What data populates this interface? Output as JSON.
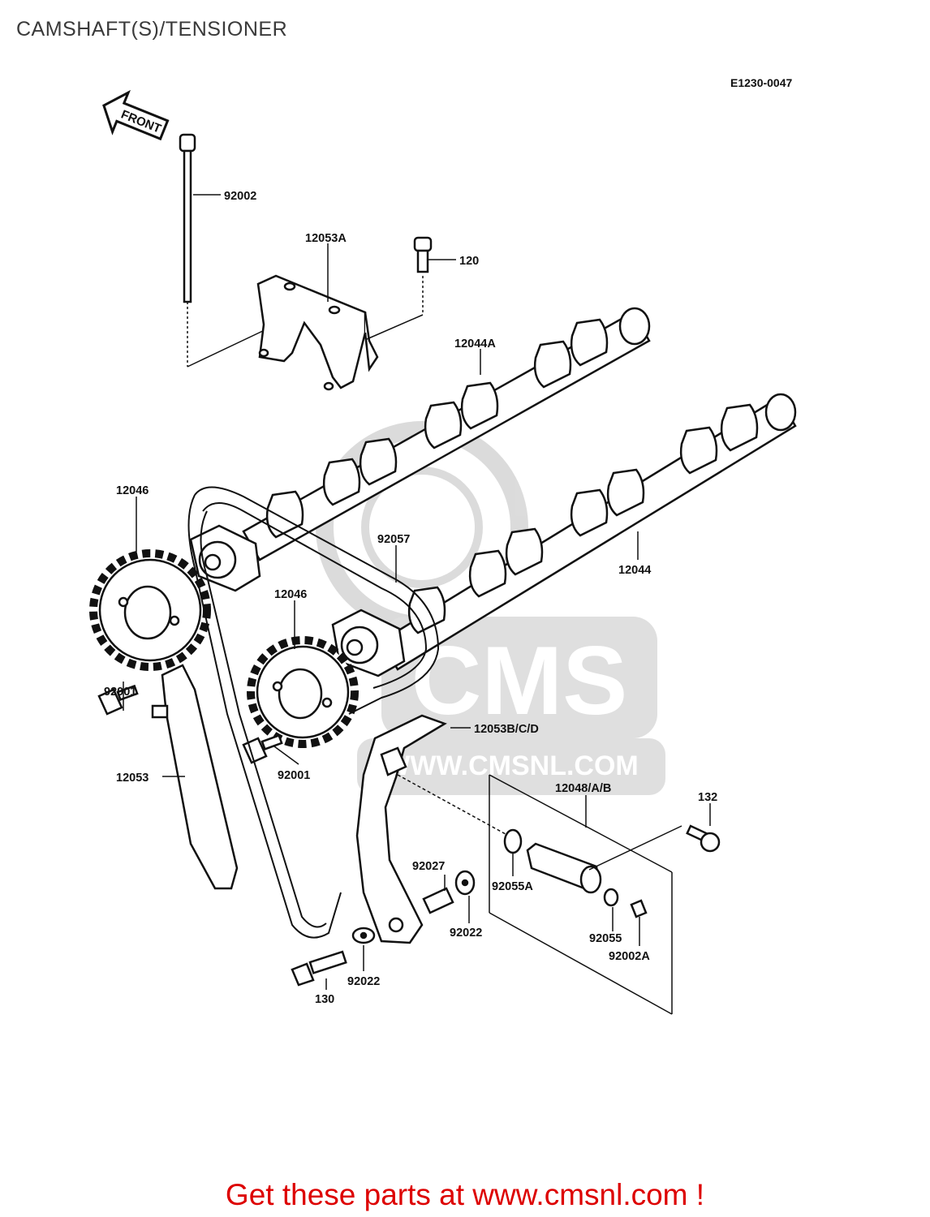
{
  "page": {
    "title": "CAMSHAFT(S)/TENSIONER",
    "diagram_code": "E1230-0047"
  },
  "front_arrow": {
    "label": "FRONT"
  },
  "callouts": {
    "c92002": "92002",
    "c12053A": "12053A",
    "c120": "120",
    "c12044A": "12044A",
    "c12046_top": "12046",
    "c92057": "92057",
    "c12044": "12044",
    "c12046_mid": "12046",
    "c92001_left": "92001",
    "c12053BCD": "12053B/C/D",
    "c92001_mid": "92001",
    "c12053": "12053",
    "c12048AB": "12048/A/B",
    "c132": "132",
    "c92027": "92027",
    "c92055A": "92055A",
    "c92022_right": "92022",
    "c92055": "92055",
    "c92002A": "92002A",
    "c92022_bottom": "92022",
    "c130": "130"
  },
  "watermark": {
    "logo_text": "CMS",
    "url_text": "WWW.CMSNL.COM",
    "color": "#d8d8d8"
  },
  "footer": {
    "text": "Get these parts at www.cmsnl.com !",
    "color": "#dd0000"
  }
}
